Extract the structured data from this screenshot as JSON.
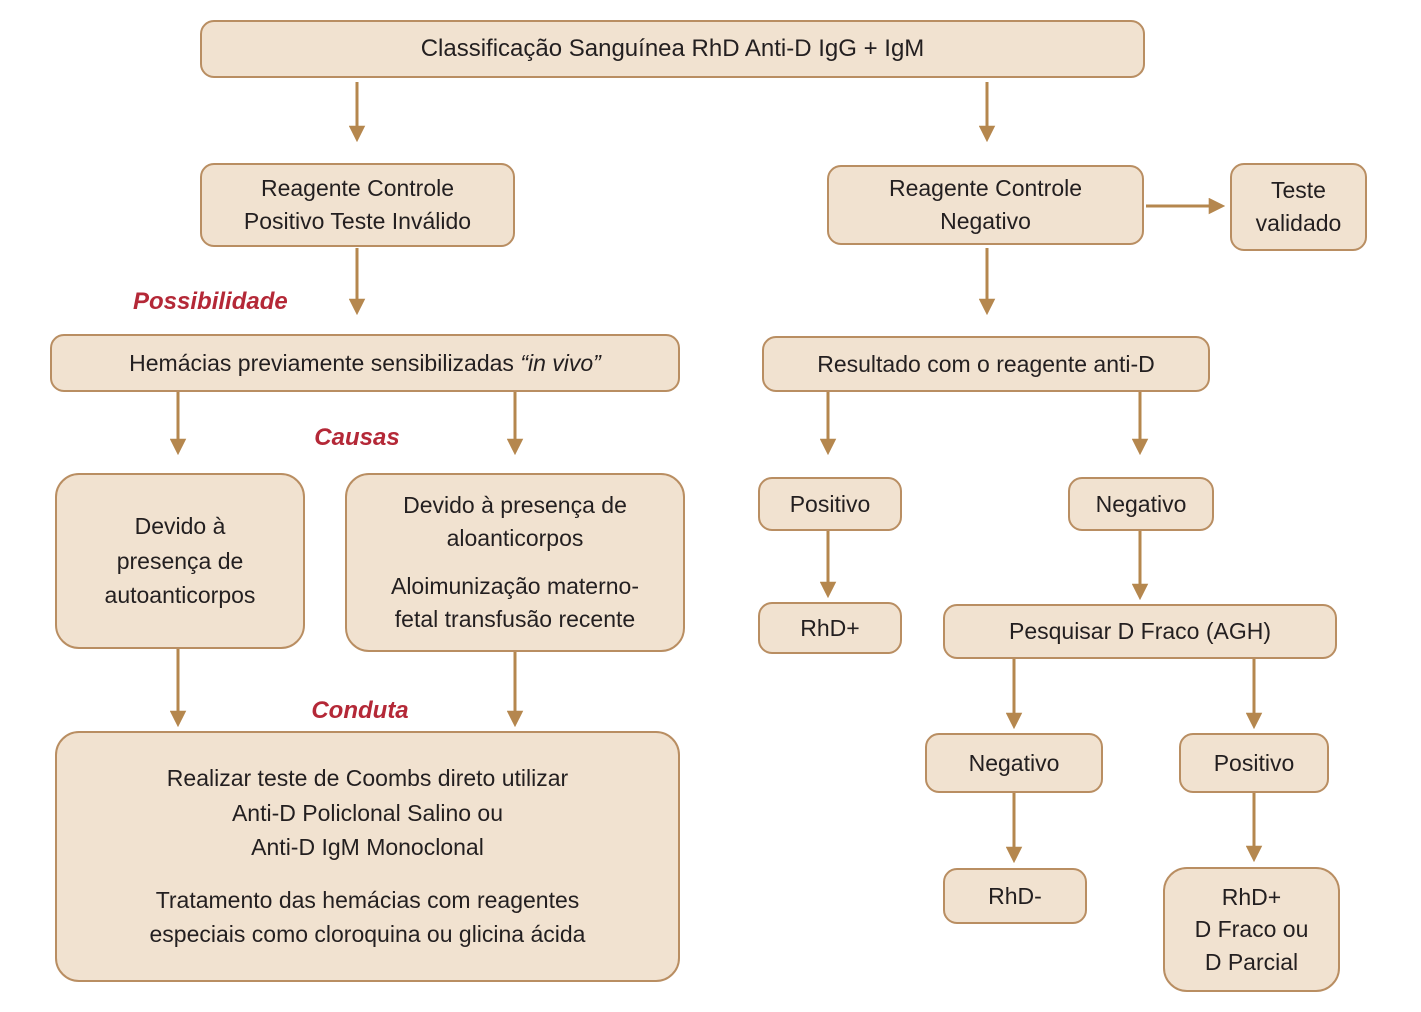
{
  "colors": {
    "node-fill": "#f1e2d0",
    "node-border": "#b98e62",
    "arrow": "#b5874e",
    "label-red": "#b42837",
    "text": "#231f20",
    "background": "#ffffff"
  },
  "diagram": {
    "title": "Classificação Sanguínea RhD Anti-D IgG + IgM",
    "labels": {
      "possibilidade": "Possibilidade",
      "causas": "Causas",
      "conduta": "Conduta"
    },
    "nodes": {
      "controle_positivo": {
        "lines": [
          "Reagente Controle",
          "Positivo Teste Inválido"
        ]
      },
      "controle_negativo": {
        "lines": [
          "Reagente Controle",
          "Negativo"
        ]
      },
      "teste_validado": {
        "lines": [
          "Teste",
          "validado"
        ]
      },
      "hemacias": {
        "text": "Hemácias previamente sensibilizadas ",
        "italic": "“in vivo”"
      },
      "resultado_anti_d": {
        "text": "Resultado com o reagente anti-D"
      },
      "autoanticorpos": {
        "lines": [
          "Devido à",
          "presença de",
          "autoanticorpos"
        ]
      },
      "aloanticorpos": {
        "p1": [
          "Devido à presença de",
          "aloanticorpos"
        ],
        "p2": [
          "Aloimunização materno-",
          "fetal transfusão recente"
        ]
      },
      "positivo_1": {
        "text": "Positivo"
      },
      "negativo_1": {
        "text": "Negativo"
      },
      "rhd_positivo": {
        "text": "RhD+"
      },
      "pesquisar_d_fraco": {
        "text": "Pesquisar D Fraco (AGH)"
      },
      "conduta_box": {
        "p1": [
          "Realizar teste de Coombs direto utilizar",
          "Anti-D Policlonal Salino ou",
          "Anti-D IgM Monoclonal"
        ],
        "p2": [
          "Tratamento das hemácias com reagentes",
          "especiais como cloroquina ou glicina ácida"
        ]
      },
      "negativo_2": {
        "text": "Negativo"
      },
      "positivo_2": {
        "text": "Positivo"
      },
      "rhd_negativo": {
        "text": "RhD-"
      },
      "rhd_positivo_fraco": {
        "lines": [
          "RhD+",
          "D Fraco ou",
          "D Parcial"
        ]
      }
    }
  }
}
